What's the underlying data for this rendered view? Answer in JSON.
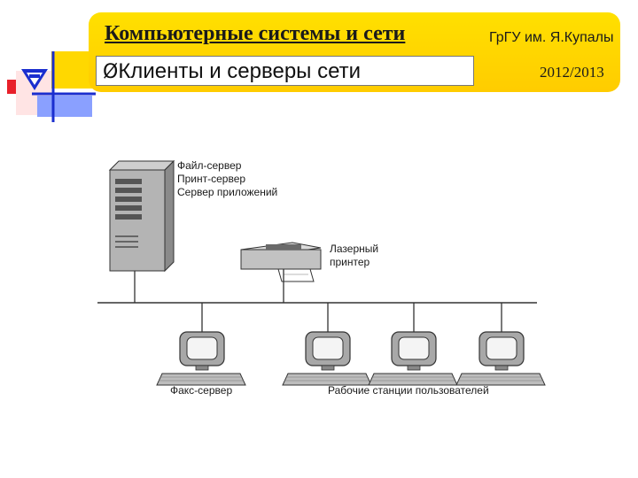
{
  "header": {
    "title": "Компьютерные системы и сети",
    "subtitle": "Клиенты и серверы сети",
    "university": "ГрГУ им. Я.Купалы",
    "year": "2012/2013",
    "bullet": "Ø"
  },
  "diagram": {
    "server_labels": [
      "Файл-сервер",
      "Принт-сервер",
      "Сервер приложений"
    ],
    "printer_labels": [
      "Лазерный",
      "принтер"
    ],
    "fax_label": "Факс-сервер",
    "workstations_label": "Рабочие станции пользователей"
  },
  "colors": {
    "banner": "#ffd800",
    "logo_red": "#e8202a",
    "logo_blue": "#1a2ecf",
    "logo_yellow": "#ffcc00"
  }
}
